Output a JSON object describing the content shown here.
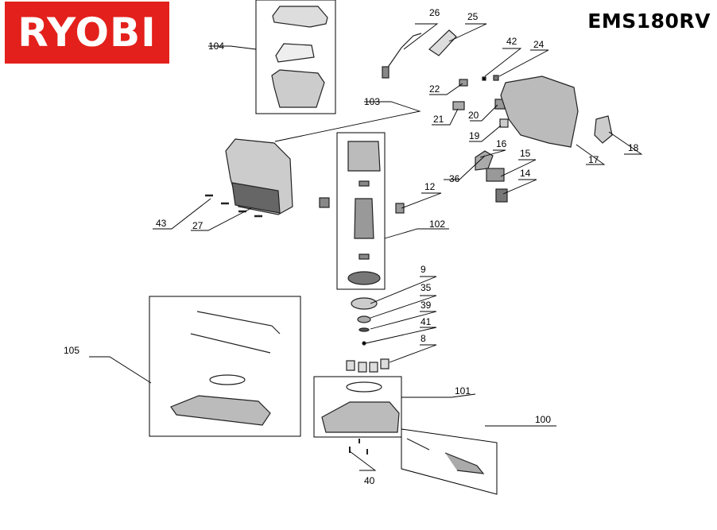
{
  "brand": {
    "logo_text": "RYOBI",
    "color": "#e3201b"
  },
  "model": "EMS180RV",
  "callouts": [
    "100",
    "101",
    "102",
    "103",
    "104",
    "105",
    "8",
    "9",
    "12",
    "14",
    "15",
    "16",
    "17",
    "18",
    "19",
    "20",
    "21",
    "22",
    "24",
    "25",
    "26",
    "27",
    "35",
    "36",
    "39",
    "40",
    "41",
    "42",
    "43"
  ],
  "icons": [
    "exploded-view-parts"
  ]
}
